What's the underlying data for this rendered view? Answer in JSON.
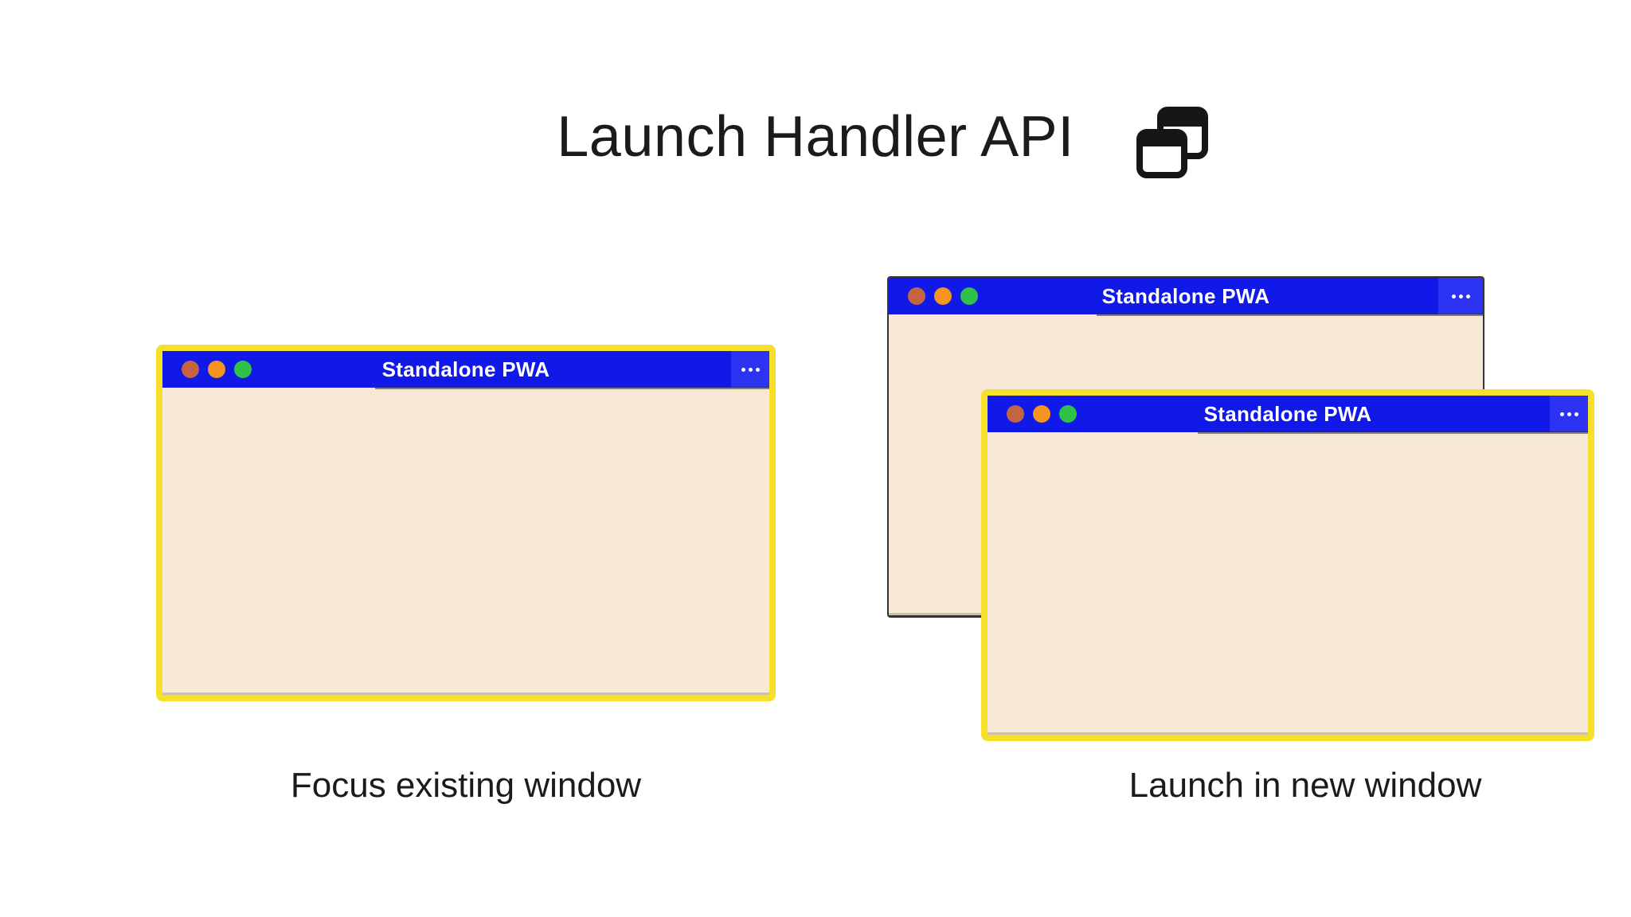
{
  "page": {
    "background_color": "#ffffff"
  },
  "header": {
    "title": "Launch Handler API",
    "icon": "overlapping-windows-icon"
  },
  "colors": {
    "titlebar_blue": "#1019e8",
    "menu_button_blue": "#2c33f2",
    "window_body_cream": "#f8e9d7",
    "focused_border_yellow": "#f6e02a",
    "back_window_border_gray": "#333333",
    "traffic_light_close": "#c26540",
    "traffic_light_minimize": "#f5951f",
    "traffic_light_maximize": "#30c14a",
    "titlebar_text": "#ffffff",
    "text_color": "#1b1b1b"
  },
  "icons": {
    "header_icon": "overlapping-windows-icon",
    "window_menu_icon": "ellipsis-icon",
    "window_control_icons": [
      "close",
      "minimize",
      "maximize"
    ]
  },
  "scenarios": {
    "focus_existing": {
      "caption": "Focus existing window",
      "window": {
        "title": "Standalone PWA"
      }
    },
    "launch_new": {
      "caption": "Launch in new window",
      "back_window": {
        "title": "Standalone PWA"
      },
      "front_window": {
        "title": "Standalone PWA"
      }
    }
  }
}
